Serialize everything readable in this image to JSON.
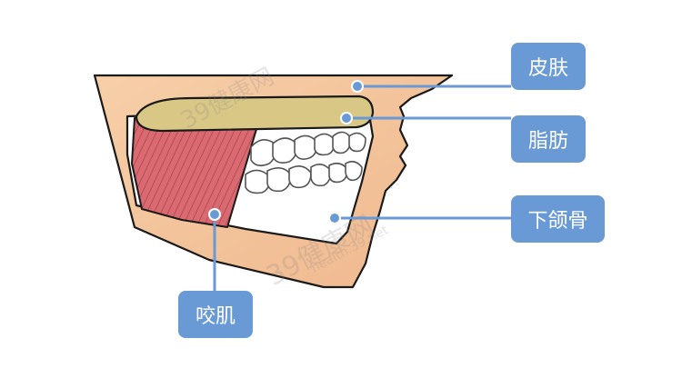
{
  "labels": {
    "skin": "皮肤",
    "fat": "脂肪",
    "jaw": "下颌骨",
    "masseter": "咬肌"
  },
  "watermark": {
    "logo": "39健康网",
    "url": "health.39.net"
  },
  "colors": {
    "skin": "#f3c29a",
    "fat": "#d9c785",
    "muscle": "#d96a72",
    "bone": "#ffffff",
    "label_bg": "#6a9ad6",
    "leader": "#6a9ad6"
  },
  "icons": {
    "pointer_dot": "circle-dot-icon"
  }
}
